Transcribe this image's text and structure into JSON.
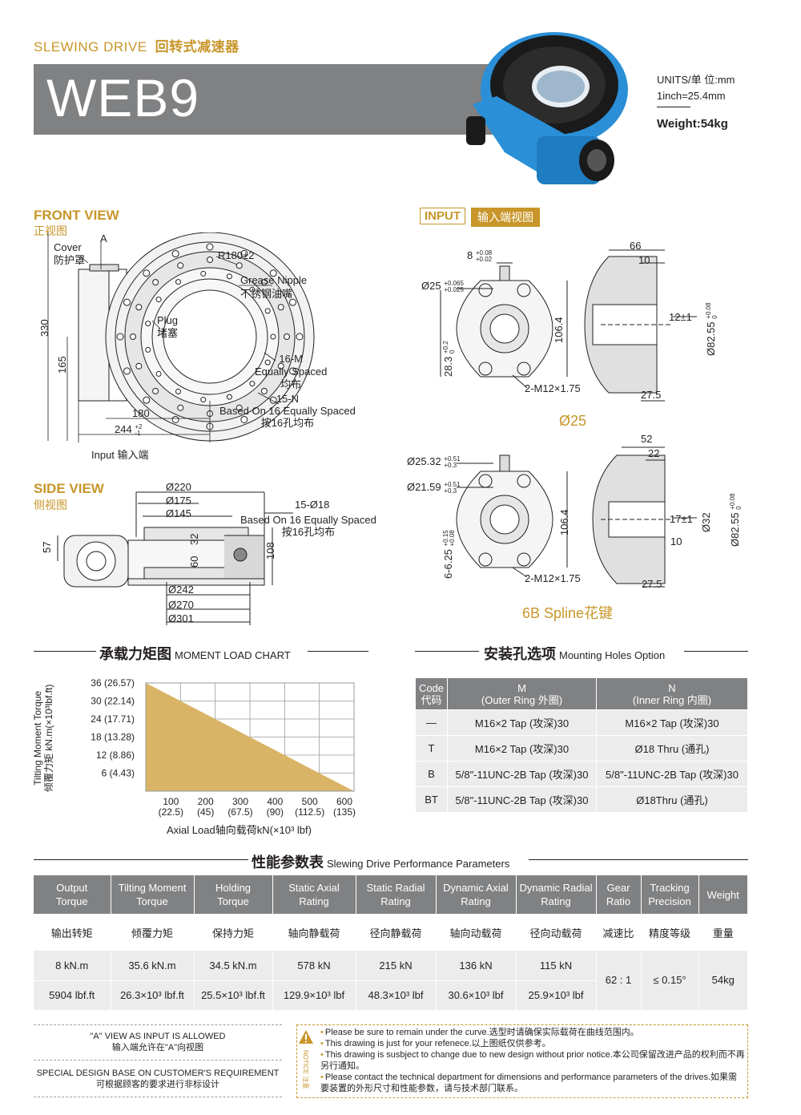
{
  "header": {
    "category_en": "SLEWING DRIVE",
    "category_cn": "回转式减速器",
    "model": "WEB9",
    "units": "UNITS/单  位:mm",
    "inch": "1inch=25.4mm",
    "weight": "Weight:54kg"
  },
  "front_view": {
    "title_en": "FRONT VIEW",
    "title_cn": "正视图",
    "labels": {
      "a": "A",
      "cover_en": "Cover",
      "cover_cn": "防护罩",
      "radius": "R180±2",
      "grease_en": "Grease Nipple",
      "grease_cn": "不锈钢油嘴",
      "plug_en": "Plug",
      "plug_cn": "堵塞",
      "m16": "16-M",
      "equal_en": "Equally Spaced",
      "equal_cn": "均布",
      "n15": "15-N",
      "based_en": "Based On 16 Equally Spaced",
      "based_cn": "按16孔均布",
      "d330": "330",
      "d165": "165",
      "d180": "180",
      "d244": "244",
      "d244_tol_up": "+2",
      "d244_tol_dn": "-1",
      "input": "Input  输入端"
    }
  },
  "side_view": {
    "title_en": "SIDE VIEW",
    "title_cn": "侧视图",
    "labels": {
      "d220": "Ø220",
      "d175": "Ø175",
      "d145": "Ø145",
      "holes": "15-Ø18",
      "based_en": "Based On 16 Equally Spaced",
      "based_cn": "按16孔均布",
      "h57": "57",
      "h32": "32",
      "h60": "60",
      "h108": "108",
      "d242": "Ø242",
      "d270": "Ø270",
      "d301": "Ø301"
    }
  },
  "input_view": {
    "title_en": "INPUT",
    "title_cn": "输入端视图",
    "a": {
      "key": "8",
      "key_tol_up": "+0.08",
      "key_tol_dn": "+0.02",
      "bore": "Ø25",
      "bore_tol_up": "+0.065",
      "bore_tol_dn": "+0.025",
      "h283": "28.3",
      "h283_tol_up": "+0.2",
      "h283_tol_dn": "0",
      "h1064": "106.4",
      "bolts": "2-M12×1.75",
      "d66": "66",
      "d10": "10",
      "d12": "12±1",
      "d8255": "Ø82.55",
      "d8255_tol_up": "+0.08",
      "d8255_tol_dn": "0",
      "d275": "27.5",
      "caption": "Ø25"
    },
    "b": {
      "major": "Ø25.32",
      "major_tol_up": "+0.51",
      "major_tol_dn": "+0.3",
      "minor": "Ø21.59",
      "minor_tol_up": "+0.51",
      "minor_tol_dn": "+0.3",
      "spline": "6-6.25",
      "spline_tol_up": "+0.15",
      "spline_tol_dn": "+0.08",
      "h1064": "106.4",
      "bolts": "2-M12×1.75",
      "d52": "52",
      "d22": "22",
      "d17": "17±1",
      "d32": "Ø32",
      "d10": "10",
      "d8255": "Ø82.55",
      "d8255_tol_up": "+0.08",
      "d8255_tol_dn": "0",
      "d275": "27.5",
      "caption_en": "6B Spline",
      "caption_cn": "花键"
    }
  },
  "moment_chart": {
    "title_cn": "承载力矩图",
    "title_en": "MOMENT LOAD CHART",
    "ylabel_en": "Tilting Moment Torque",
    "ylabel_cn": "倾覆力矩 kN.m(×10³lbf.ft)",
    "xlabel": "Axial Load轴向载荷kN(×10³ lbf)"
  },
  "chart_data": {
    "type": "area",
    "x": [
      0,
      600
    ],
    "values": [
      36,
      0
    ],
    "xlim": [
      0,
      600
    ],
    "ylim": [
      0,
      36
    ],
    "x_ticks": [
      100,
      200,
      300,
      400,
      500,
      600
    ],
    "x_tick_labels": [
      "100",
      "200",
      "300",
      "400",
      "500",
      "600"
    ],
    "x_tick_sublabels": [
      "(22.5)",
      "(45)",
      "(67.5)",
      "(90)",
      "(112.5)",
      "(135)"
    ],
    "y_ticks": [
      6,
      12,
      18,
      24,
      30,
      36
    ],
    "y_tick_labels": [
      "6   (4.43)",
      "12  (8.86)",
      "18 (13.28)",
      "24 (17.71)",
      "30 (22.14)",
      "36 (26.57)"
    ],
    "grid": true,
    "fill_color": "#d9b466"
  },
  "mounting": {
    "title_cn": "安装孔选项",
    "title_en": "Mounting Holes Option",
    "headers": {
      "code_en": "Code",
      "code_cn": "代码",
      "m": "M",
      "m_sub": "(Outer Ring 外圈)",
      "n": "N",
      "n_sub": "(Inner Ring 内圈)"
    },
    "rows": [
      {
        "code": "—",
        "m": "M16×2 Tap (攻深)30",
        "n": "M16×2 Tap (攻深)30"
      },
      {
        "code": "T",
        "m": "M16×2 Tap (攻深)30",
        "n": "Ø18 Thru (通孔)"
      },
      {
        "code": "B",
        "m": "5/8\"-11UNC-2B Tap (攻深)30",
        "n": "5/8\"-11UNC-2B Tap (攻深)30"
      },
      {
        "code": "BT",
        "m": "5/8\"-11UNC-2B Tap (攻深)30",
        "n": "Ø18Thru (通孔)"
      }
    ]
  },
  "performance": {
    "title_cn": "性能参数表",
    "title_en": "Slewing Drive Performance Parameters",
    "headers": [
      [
        "Output",
        "Torque"
      ],
      [
        "Tilting Moment",
        "Torque"
      ],
      [
        "Holding",
        "Torque"
      ],
      [
        "Static Axial",
        "Rating"
      ],
      [
        "Static Radial",
        "Rating"
      ],
      [
        "Dynamic Axial",
        "Rating"
      ],
      [
        "Dynamic Radial",
        "Rating"
      ],
      [
        "Gear",
        "Ratio"
      ],
      [
        "Tracking",
        "Precision"
      ],
      [
        "Weight",
        ""
      ]
    ],
    "headers_cn": [
      "输出转矩",
      "倾覆力矩",
      "保持力矩",
      "轴向静载荷",
      "径向静载荷",
      "轴向动载荷",
      "径向动载荷",
      "减速比",
      "精度等级",
      "重量"
    ],
    "row_metric": [
      "8 kN.m",
      "35.6 kN.m",
      "34.5 kN.m",
      "578 kN",
      "215 kN",
      "136 kN",
      "115 kN"
    ],
    "row_imperial": [
      "5904 lbf.ft",
      "26.3×10³ lbf.ft",
      "25.5×10³ lbf.ft",
      "129.9×10³ lbf",
      "48.3×10³ lbf",
      "30.6×10³ lbf",
      "25.9×10³ lbf"
    ],
    "gear_ratio": "62 : 1",
    "precision": "≤ 0.15°",
    "weight": "54kg"
  },
  "footer": {
    "a_view_en": "\"A\" VIEW AS INPUT IS ALLOWED",
    "a_view_cn": "输入端允许在\"A\"向视图",
    "special_en": "SPECIAL DESIGN BASE ON CUSTOMER'S REQUIREMENT",
    "special_cn": "可根据顾客的要求进行非标设计",
    "notice_label": "NOTICE 注意",
    "notes": [
      "Please be sure to remain under the curve.选型时请确保实际载荷在曲线范围内。",
      "This drawing is just for your refenece.以上图纸仅供参考。",
      "This drawing is susbject to change due to new design without prior notice.本公司保留改进产品的权利而不再另行通知。",
      "Please contact the technical department for dimensions and performance parameters of the drives.如果需要装置的外形尺寸和性能参数，请与技术部门联系。"
    ]
  },
  "colors": {
    "accent": "#c8962a",
    "header_gray": "#808183",
    "row_gray": "#ececec",
    "product_blue": "#2a8fd6"
  }
}
